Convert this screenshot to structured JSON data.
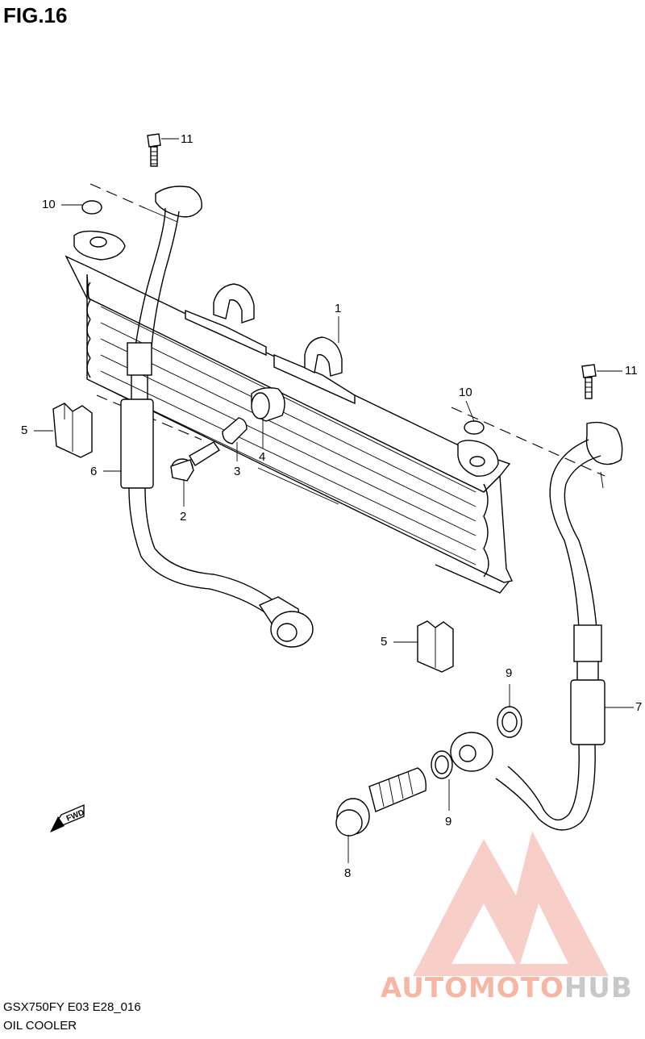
{
  "figure": {
    "title": "FIG.16"
  },
  "callouts": [
    {
      "id": "c1",
      "text": "1"
    },
    {
      "id": "c2",
      "text": "2"
    },
    {
      "id": "c3",
      "text": "3"
    },
    {
      "id": "c4",
      "text": "4"
    },
    {
      "id": "c5a",
      "text": "5"
    },
    {
      "id": "c5b",
      "text": "5"
    },
    {
      "id": "c6",
      "text": "6"
    },
    {
      "id": "c7",
      "text": "7"
    },
    {
      "id": "c8",
      "text": "8"
    },
    {
      "id": "c9a",
      "text": "9"
    },
    {
      "id": "c9b",
      "text": "9"
    },
    {
      "id": "c10a",
      "text": "10"
    },
    {
      "id": "c10b",
      "text": "10"
    },
    {
      "id": "c11a",
      "text": "11"
    },
    {
      "id": "c11b",
      "text": "11"
    }
  ],
  "fwd_label": "FWD",
  "footer": {
    "model": "GSX750FY E03 E28_016",
    "name": "OIL COOLER"
  },
  "watermark": {
    "part1": "AUTOMOTO",
    "part2": "HUB",
    "color_accent": "#f08a7a",
    "color_grey": "#c8c8c8"
  }
}
